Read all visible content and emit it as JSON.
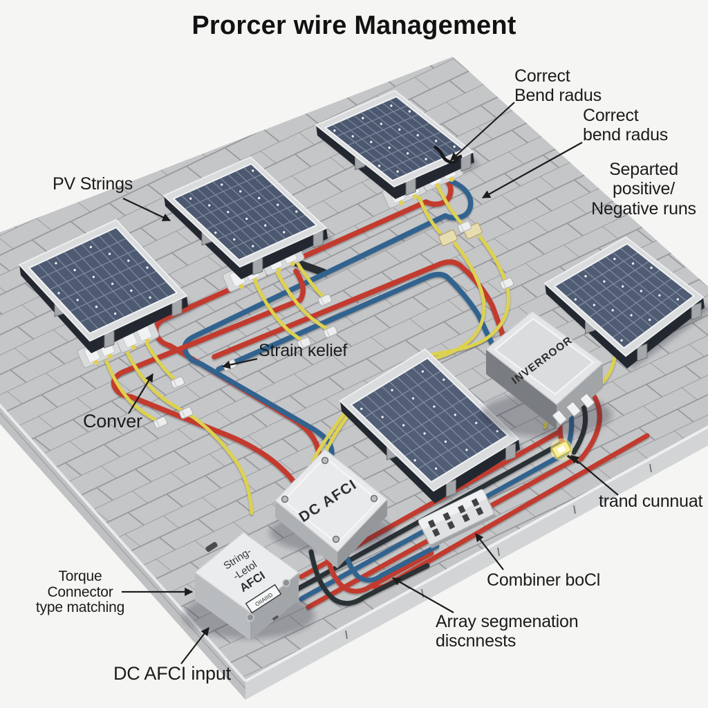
{
  "title": "Prorcer wire Management",
  "labels": {
    "pv_strings": "PV Strings",
    "correct_bend_1": "Correct\nBend radus",
    "correct_bend_2": "Correct\nbend radus",
    "separated_runs": "Separted positive/\nNegative runs",
    "strain_relief": "Strain ĸelief",
    "conver": "Conver",
    "trand_cunnuat": "trand cunnuat",
    "combiner_box": "Combiner boCl",
    "array_segmentation": "Array segmenation\ndiscnnests",
    "torque_connector": "Torque\nConnector\ntype matching",
    "dc_afci_input": "DC AFCI input"
  },
  "equipment": {
    "inverter": "INVERROOR",
    "dc_afci": "DC AFCI",
    "string_afci": {
      "line1": "String-",
      "line2": "-Letol",
      "line3": "AFCI",
      "stamp": "OIIAIIID"
    }
  },
  "colors": {
    "background": "#f5f5f3",
    "roof": "#c6c7c9",
    "mortar": "#97989b",
    "panel_cell": "#4e5b73",
    "wire_red": "#c23a2d",
    "wire_blue": "#33648f",
    "wire_yellow": "#ddd24f",
    "wire_black": "#2c3034",
    "label_text": "#1b1b1b"
  }
}
